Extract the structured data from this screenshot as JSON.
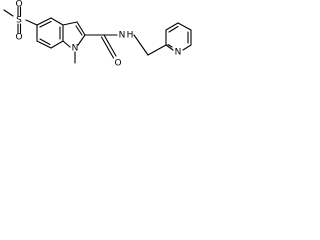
{
  "molecule": {
    "atom_labels": {
      "o_top": "O",
      "s": "S",
      "o_bottom": "O",
      "n_indole": "N",
      "n_amide": "N",
      "h_amide": "H",
      "o_carbonyl": "O",
      "n_pyridine": "N"
    }
  }
}
